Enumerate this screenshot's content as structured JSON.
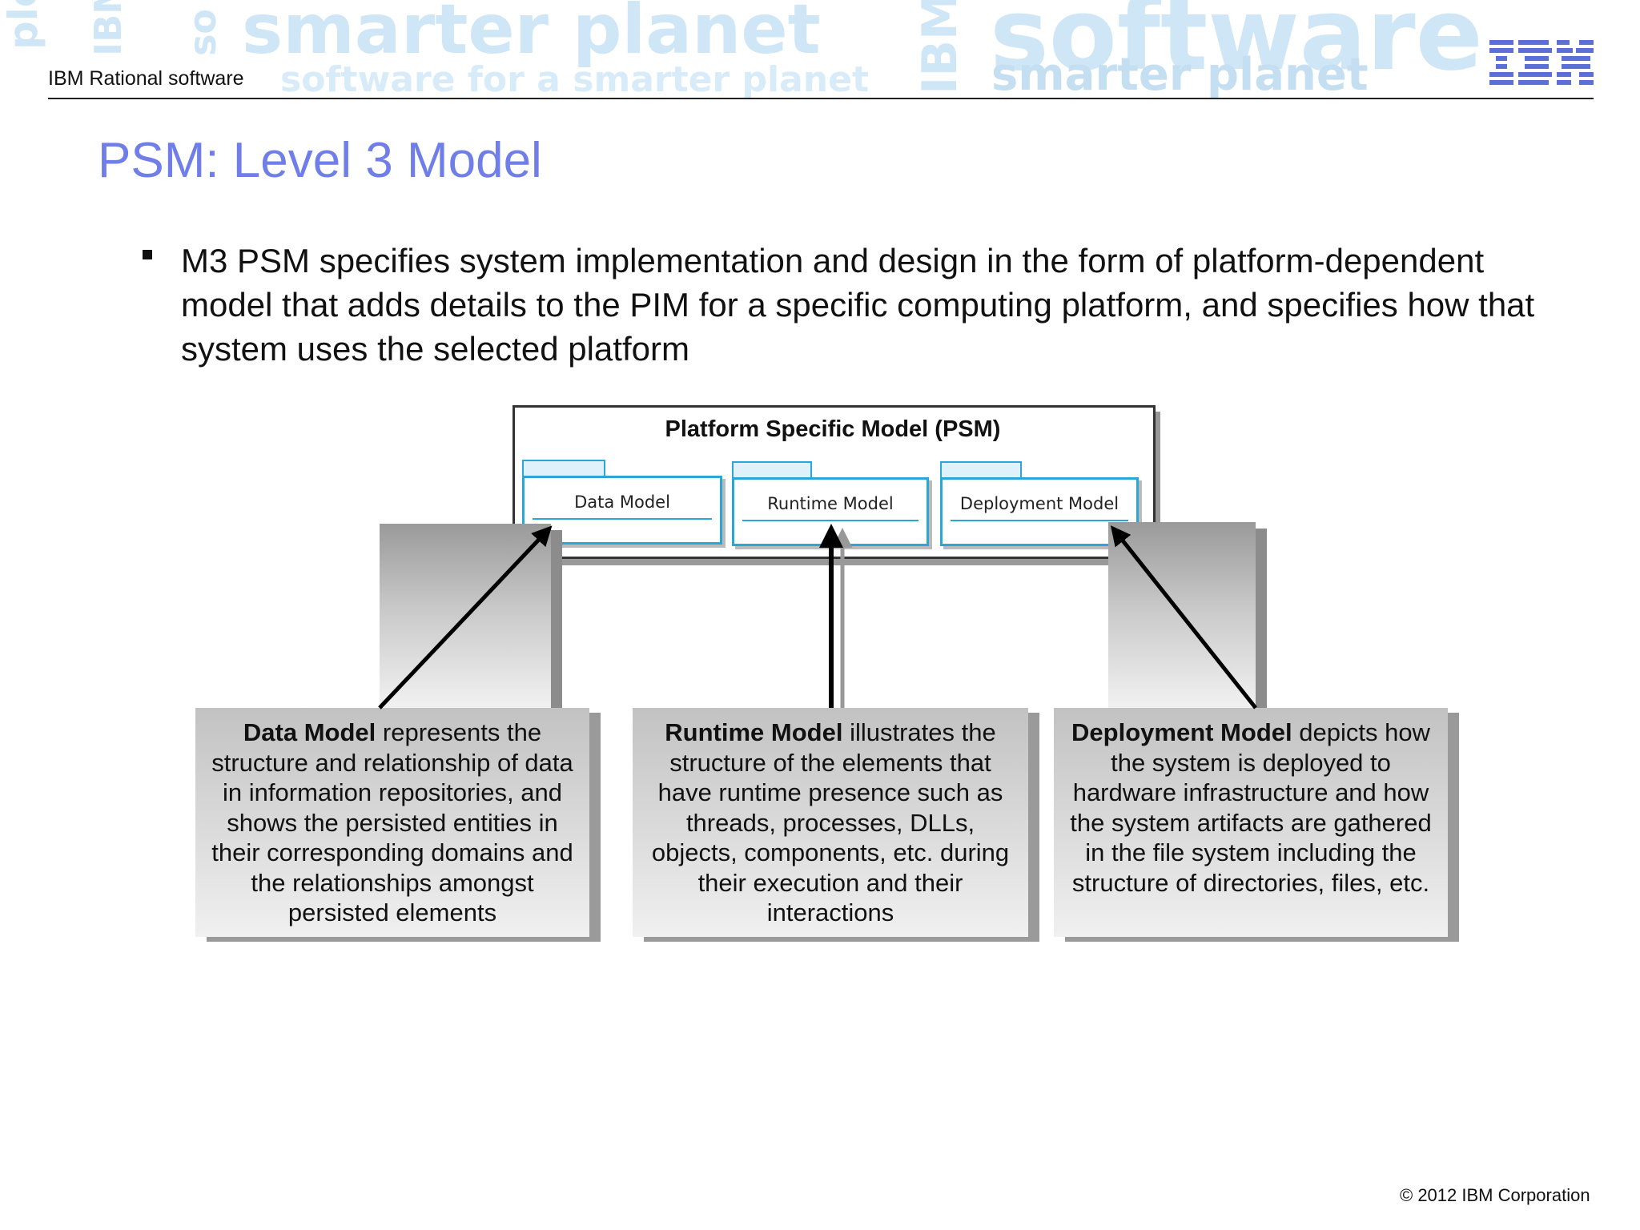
{
  "header": {
    "product_label": "IBM Rational software",
    "watermark": {
      "line1": "smarter planet",
      "line2": "software for a smarter planet",
      "big": "software",
      "small": "smarter planet",
      "vertical_left_1": "ple",
      "vertical_left_2": "IBM",
      "vertical_left_3": "so",
      "vertical_mid": "IBM"
    },
    "logo_text": "IBM"
  },
  "slide": {
    "title": "PSM: Level 3 Model",
    "bullet": "M3 PSM specifies system implementation and design in the form of platform-dependent model that adds details to the PIM for a specific computing platform, and specifies how that system uses the selected platform"
  },
  "diagram": {
    "frame_title": "Platform Specific Model (PSM)",
    "packages": [
      {
        "label": "Data Model"
      },
      {
        "label": "Runtime Model"
      },
      {
        "label": "Deployment Model"
      }
    ],
    "descriptions": [
      {
        "bold": "Data Model",
        "text": " represents the structure and relationship of data in information repositories, and shows the persisted entities in their corresponding domains and the relationships amongst persisted elements"
      },
      {
        "bold": "Runtime Model",
        "text": " illustrates the structure of the elements that have runtime presence such as threads, processes, DLLs, objects, components, etc. during their execution and their interactions"
      },
      {
        "bold": "Deployment Model",
        "text": " depicts how the system is deployed to hardware infrastructure and how the system artifacts are gathered in the file system including the structure of directories, files, etc."
      }
    ]
  },
  "footer": {
    "copyright": "© 2012 IBM Corporation"
  },
  "colors": {
    "title": "#6f7ee8",
    "watermark": "#cfe6f6",
    "package_border": "#2aa7d6",
    "logo": "#5b6fd6"
  }
}
